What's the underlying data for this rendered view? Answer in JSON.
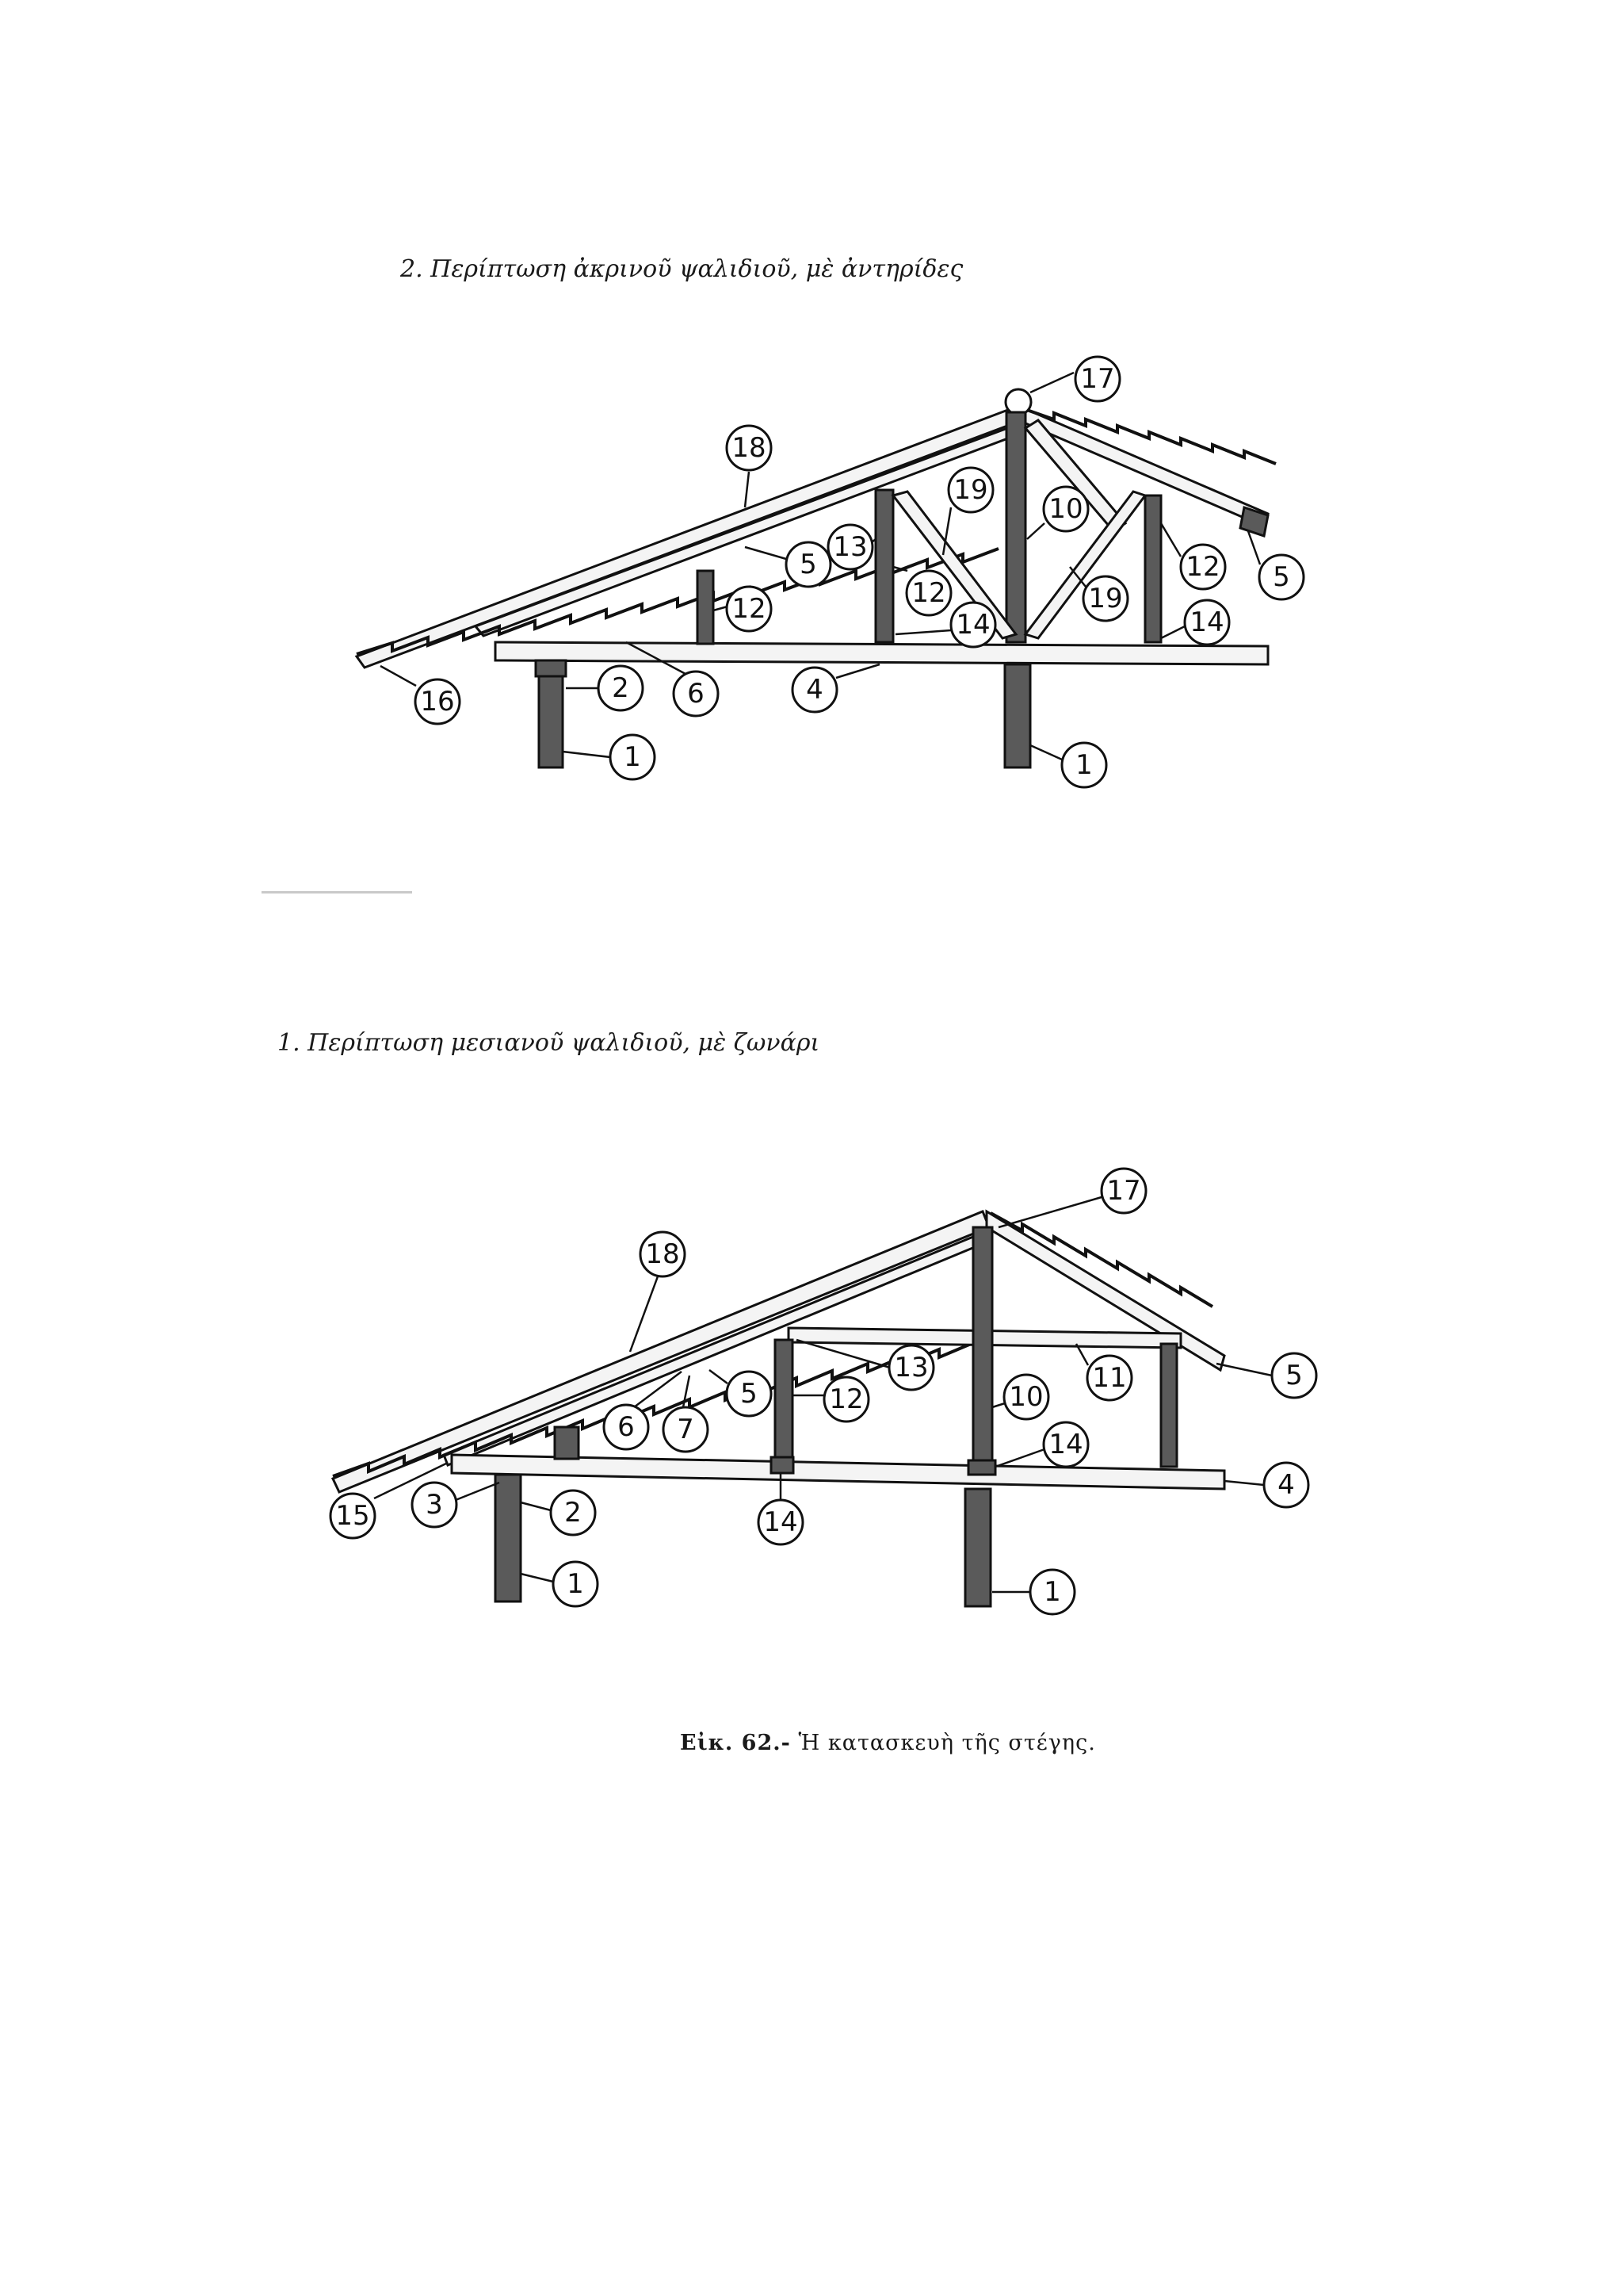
{
  "captions": {
    "top": "2. Περίπτωση ἀκρινοῦ ψαλιδιοῦ, μὲ ἀντηρίδες",
    "bottom": "1. Περίπτωση μεσιανοῦ ψαλιδιοῦ, μὲ ζωνάρι"
  },
  "figure_caption": {
    "label": "Εἰκ. 62.-",
    "text": "Ἡ κατασκευὴ τῆς στέγης."
  },
  "top_diagram": {
    "callouts": [
      "17",
      "18",
      "19",
      "10",
      "5",
      "13",
      "12",
      "12",
      "5",
      "12",
      "14",
      "19",
      "14",
      "16",
      "2",
      "6",
      "4",
      "1",
      "1"
    ]
  },
  "bottom_diagram": {
    "callouts": [
      "17",
      "18",
      "13",
      "11",
      "5",
      "5",
      "12",
      "10",
      "6",
      "7",
      "14",
      "4",
      "15",
      "3",
      "2",
      "14",
      "1",
      "1"
    ]
  }
}
